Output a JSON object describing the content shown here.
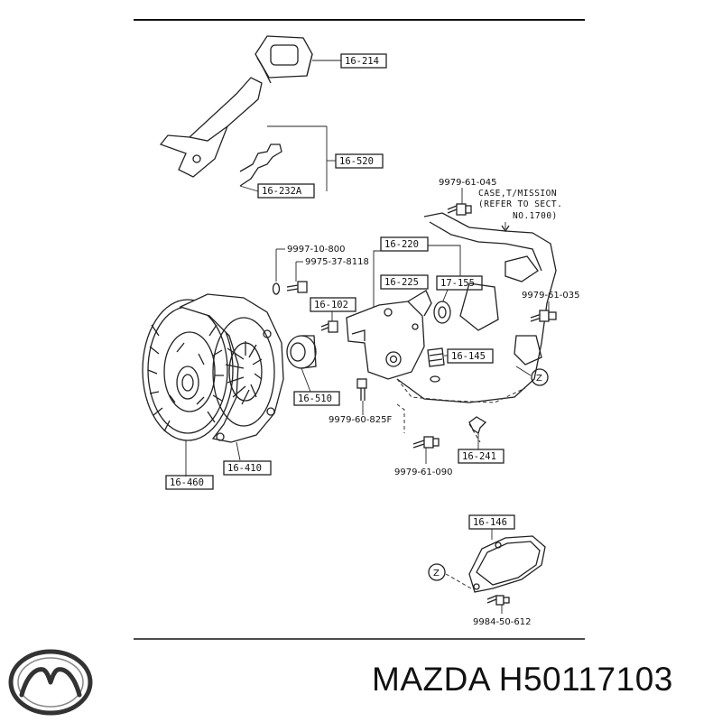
{
  "parts": {
    "p16214": "16-214",
    "p16520": "16-520",
    "p16232A": "16-232A",
    "p16220": "16-220",
    "p16225": "16-225",
    "p17155": "17-155",
    "p16102": "16-102",
    "p16145": "16-145",
    "p16510": "16-510",
    "p16241": "16-241",
    "p16460": "16-460",
    "p16410": "16-410",
    "p16146": "16-146"
  },
  "bolts": {
    "b9979_61_045": "9979-61-045",
    "b9997_10_800": "9997-10-800",
    "b9975_37_8118": "9975-37-8118",
    "b9979_61_035": "9979-61-035",
    "b9979_60_825F": "9979-60-825F",
    "b9979_61_090": "9979-61-090",
    "b9984_50_612": "9984-50-612"
  },
  "note": {
    "line1": "CASE,T/MISSION",
    "line2": "(REFER TO SECT.",
    "line3": "NO.1700)"
  },
  "markers": {
    "z": "Z"
  },
  "footer": {
    "brand": "MAZDA",
    "part_number": "H50117103"
  },
  "icons": {
    "logo": "mazda-logo-icon"
  }
}
